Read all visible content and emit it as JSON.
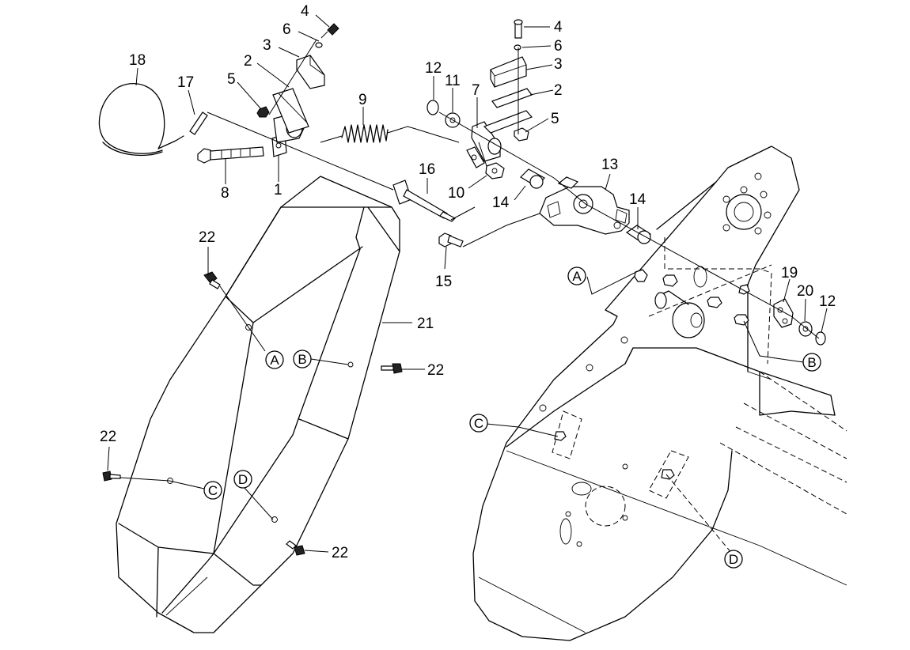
{
  "callouts": [
    {
      "id": "c4a",
      "label": "4"
    },
    {
      "id": "c6a",
      "label": "6"
    },
    {
      "id": "c3a",
      "label": "3"
    },
    {
      "id": "c2a",
      "label": "2"
    },
    {
      "id": "c5a",
      "label": "5"
    },
    {
      "id": "c18",
      "label": "18"
    },
    {
      "id": "c17",
      "label": "17"
    },
    {
      "id": "c8",
      "label": "8"
    },
    {
      "id": "c1",
      "label": "1"
    },
    {
      "id": "c9",
      "label": "9"
    },
    {
      "id": "c12a",
      "label": "12"
    },
    {
      "id": "c11",
      "label": "11"
    },
    {
      "id": "c7",
      "label": "7"
    },
    {
      "id": "c4b",
      "label": "4"
    },
    {
      "id": "c6b",
      "label": "6"
    },
    {
      "id": "c3b",
      "label": "3"
    },
    {
      "id": "c2b",
      "label": "2"
    },
    {
      "id": "c5b",
      "label": "5"
    },
    {
      "id": "c10",
      "label": "10"
    },
    {
      "id": "c16",
      "label": "16"
    },
    {
      "id": "c13",
      "label": "13"
    },
    {
      "id": "c14a",
      "label": "14"
    },
    {
      "id": "c14b",
      "label": "14"
    },
    {
      "id": "c15",
      "label": "15"
    },
    {
      "id": "c19",
      "label": "19"
    },
    {
      "id": "c20",
      "label": "20"
    },
    {
      "id": "c12b",
      "label": "12"
    },
    {
      "id": "c21",
      "label": "21"
    },
    {
      "id": "c22a",
      "label": "22"
    },
    {
      "id": "c22b",
      "label": "22"
    },
    {
      "id": "c22c",
      "label": "22"
    },
    {
      "id": "c22d",
      "label": "22"
    }
  ],
  "references": [
    {
      "id": "rA1",
      "label": "A"
    },
    {
      "id": "rB1",
      "label": "B"
    },
    {
      "id": "rC1",
      "label": "C"
    },
    {
      "id": "rD1",
      "label": "D"
    },
    {
      "id": "rA2",
      "label": "A"
    },
    {
      "id": "rB2",
      "label": "B"
    },
    {
      "id": "rC2",
      "label": "C"
    },
    {
      "id": "rD2",
      "label": "D"
    }
  ]
}
